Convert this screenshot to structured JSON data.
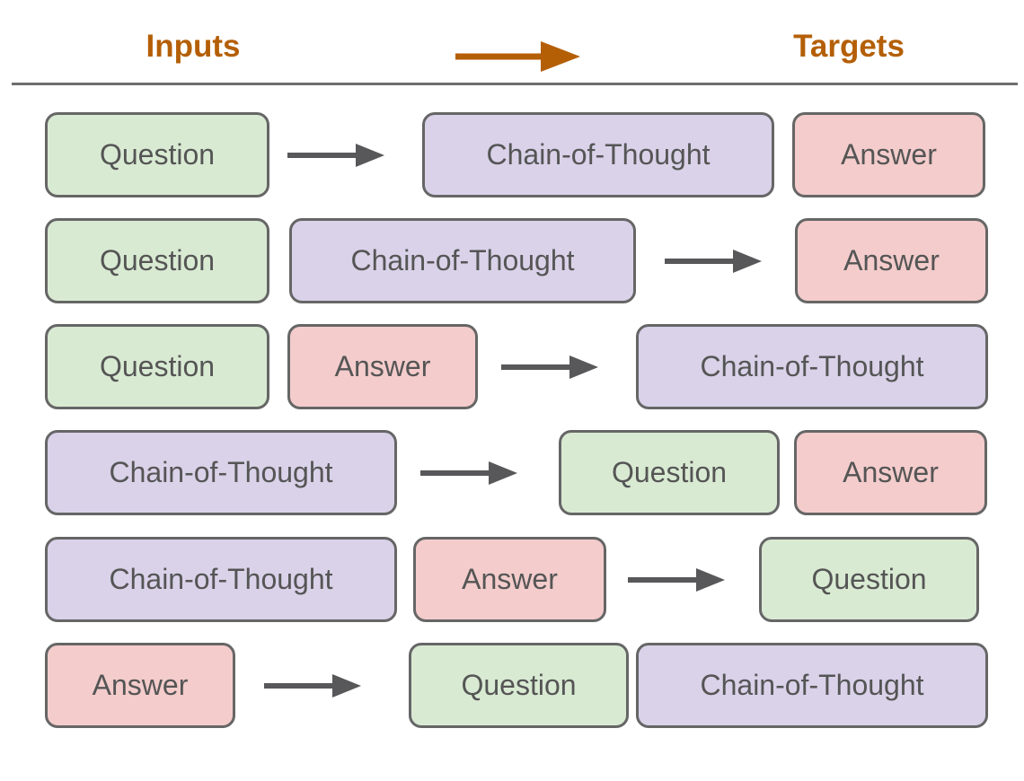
{
  "header": {
    "inputs_label": "Inputs",
    "targets_label": "Targets",
    "arrow_icon": "arrow-right-icon"
  },
  "diagram": {
    "description": "Six input-to-target mappings between Question, Chain-of-Thought and Answer blocks",
    "rows": [
      {
        "items": [
          {
            "kind": "box",
            "label": "Question",
            "color": "green"
          },
          {
            "kind": "arrow",
            "icon": "arrow-right-icon"
          },
          {
            "kind": "box",
            "label": "Chain-of-Thought",
            "color": "purple"
          },
          {
            "kind": "box",
            "label": "Answer",
            "color": "pink"
          }
        ]
      },
      {
        "items": [
          {
            "kind": "box",
            "label": "Question",
            "color": "green"
          },
          {
            "kind": "box",
            "label": "Chain-of-Thought",
            "color": "purple"
          },
          {
            "kind": "arrow",
            "icon": "arrow-right-icon"
          },
          {
            "kind": "box",
            "label": "Answer",
            "color": "pink"
          }
        ]
      },
      {
        "items": [
          {
            "kind": "box",
            "label": "Question",
            "color": "green"
          },
          {
            "kind": "box",
            "label": "Answer",
            "color": "pink"
          },
          {
            "kind": "arrow",
            "icon": "arrow-right-icon"
          },
          {
            "kind": "box",
            "label": "Chain-of-Thought",
            "color": "purple"
          }
        ]
      },
      {
        "items": [
          {
            "kind": "box",
            "label": "Chain-of-Thought",
            "color": "purple"
          },
          {
            "kind": "arrow",
            "icon": "arrow-right-icon"
          },
          {
            "kind": "box",
            "label": "Question",
            "color": "green"
          },
          {
            "kind": "box",
            "label": "Answer",
            "color": "pink"
          }
        ]
      },
      {
        "items": [
          {
            "kind": "box",
            "label": "Chain-of-Thought",
            "color": "purple"
          },
          {
            "kind": "box",
            "label": "Answer",
            "color": "pink"
          },
          {
            "kind": "arrow",
            "icon": "arrow-right-icon"
          },
          {
            "kind": "box",
            "label": "Question",
            "color": "green"
          }
        ]
      },
      {
        "items": [
          {
            "kind": "box",
            "label": "Answer",
            "color": "pink"
          },
          {
            "kind": "arrow",
            "icon": "arrow-right-icon"
          },
          {
            "kind": "box",
            "label": "Question",
            "color": "green"
          },
          {
            "kind": "box",
            "label": "Chain-of-Thought",
            "color": "purple"
          }
        ]
      }
    ]
  },
  "colors": {
    "question_fill": "#d9ead3",
    "chain_of_thought_fill": "#d9d2e9",
    "answer_fill": "#f4cccc",
    "box_border": "#666666",
    "box_text": "#555555",
    "arrow_gray": "#58585a",
    "header_accent": "#b45f06",
    "divider_gray": "#6e6e6e"
  }
}
